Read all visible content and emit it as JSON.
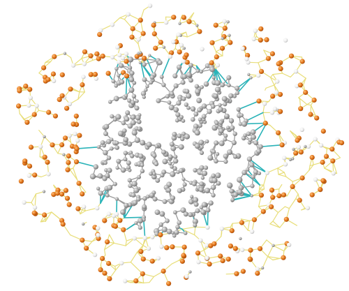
{
  "scene": {
    "subject": "ball-and-stick-cluster-model",
    "background_color": "#ffffff",
    "colors": {
      "core_atom": "#a9a9a9",
      "core_atom_highlight": "#d6d6d6",
      "core_bond": "#9a9a9a",
      "shell_bond": "#e8de7a",
      "link_bond": "#2ab3b8",
      "orange_atom": "#e3761c",
      "white_atom": "#f2f2f2"
    },
    "icons": {
      "atom": "sphere-glyph",
      "bond": "line-glyph"
    }
  }
}
